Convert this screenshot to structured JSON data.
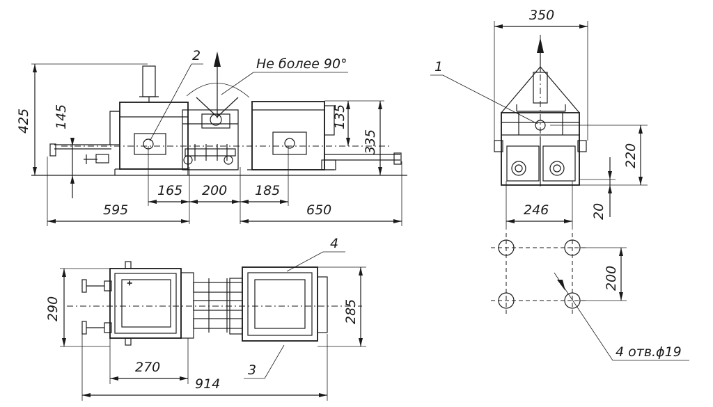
{
  "front_view": {
    "dims": {
      "d425": "425",
      "d145": "145",
      "d135": "135",
      "d335": "335",
      "d165": "165",
      "d200": "200",
      "d185": "185",
      "d595": "595",
      "d650": "650"
    },
    "angle_note": "Не более 90°",
    "callout_2": "2"
  },
  "side_view": {
    "dims": {
      "d350": "350",
      "d220": "220",
      "d246": "246",
      "d20": "20"
    },
    "callout_1": "1"
  },
  "hole_pattern": {
    "dims": {
      "d200": "200"
    },
    "holes_note": "4 отв.ϕ19"
  },
  "top_view": {
    "dims": {
      "d290": "290",
      "d285": "285",
      "d270": "270",
      "d914": "914"
    },
    "callout_3": "3",
    "callout_4": "4"
  }
}
